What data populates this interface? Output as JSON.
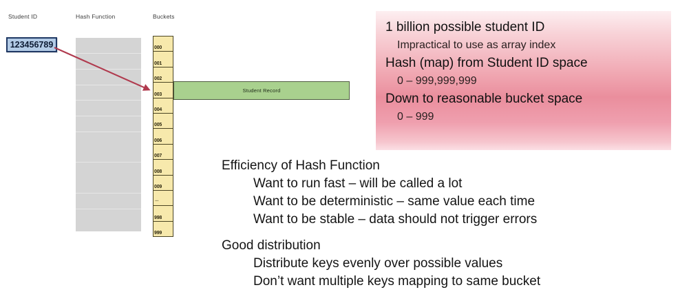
{
  "diagram": {
    "headers": {
      "student_id": "Student ID",
      "hash_function": "Hash Function",
      "buckets": "Buckets"
    },
    "student_id_value": "123456789",
    "record_label": "Student Record",
    "buckets": [
      {
        "label": "000",
        "ellipsis": false
      },
      {
        "label": "001",
        "ellipsis": false
      },
      {
        "label": "002",
        "ellipsis": false
      },
      {
        "label": "003",
        "ellipsis": false
      },
      {
        "label": "004",
        "ellipsis": false
      },
      {
        "label": "005",
        "ellipsis": false
      },
      {
        "label": "006",
        "ellipsis": false
      },
      {
        "label": "007",
        "ellipsis": false
      },
      {
        "label": "008",
        "ellipsis": false
      },
      {
        "label": "009",
        "ellipsis": false
      },
      {
        "label": "...",
        "ellipsis": true
      },
      {
        "label": "998",
        "ellipsis": false
      },
      {
        "label": "999",
        "ellipsis": false
      }
    ],
    "target_bucket": "003"
  },
  "concept_panel": {
    "lines": [
      {
        "text": "1 billion possible student ID",
        "level": 1
      },
      {
        "text": "Impractical to use as array index",
        "level": 2
      },
      {
        "text": "Hash (map) from Student ID space",
        "level": 1
      },
      {
        "text": "0 – 999,999,999",
        "level": 2
      },
      {
        "text": "Down to reasonable bucket space",
        "level": 1
      },
      {
        "text": "0 – 999",
        "level": 2
      }
    ]
  },
  "notes": {
    "groups": [
      {
        "heading": "Efficiency  of Hash Function",
        "items": [
          "Want to run fast – will be called a lot",
          "Want to be deterministic – same value each time",
          "Want to be stable – data should not trigger errors"
        ]
      },
      {
        "heading": "Good distribution",
        "items": [
          "Distribute keys evenly over possible values",
          "Don’t want multiple keys mapping to same bucket"
        ]
      }
    ]
  },
  "colors": {
    "student_id_fill": "#b3cbe6",
    "student_id_border": "#1f3864",
    "hash_block": "#d4d4d4",
    "bucket_fill": "#f7e9ac",
    "bucket_border": "#4a4423",
    "record_fill": "#a9d18e",
    "record_border": "#4f5d40",
    "arrow": "#b03a4e",
    "panel_gradient_top": "#fdeff1",
    "panel_gradient_mid": "#ea8e9d"
  }
}
